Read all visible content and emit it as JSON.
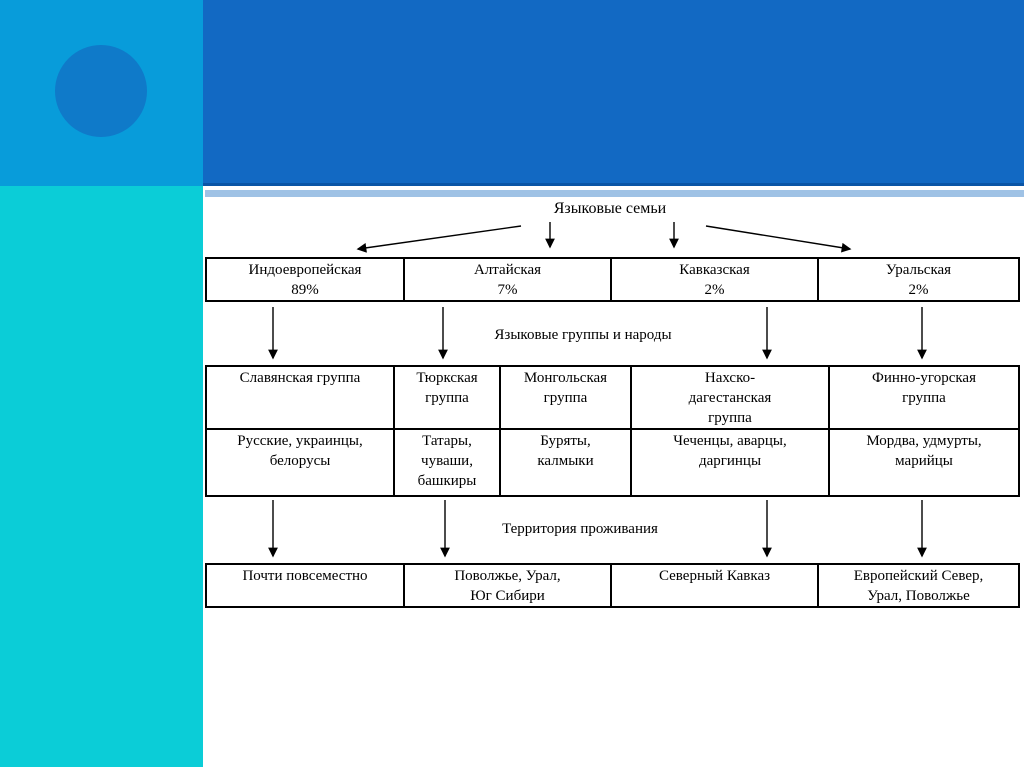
{
  "diagram": {
    "title": "Языковые семьи",
    "groups_label": "Языковые группы и народы",
    "territory_label": "Территория проживания",
    "families": [
      {
        "name": "Индоевропейская",
        "percent": "89%"
      },
      {
        "name": "Алтайская",
        "percent": "7%"
      },
      {
        "name": "Кавказская",
        "percent": "2%"
      },
      {
        "name": "Уральская",
        "percent": "2%"
      }
    ],
    "groups": [
      {
        "group": "Славянская группа",
        "peoples": "Русские, украинцы,\nбелорусы"
      },
      {
        "group": "Тюркская\nгруппа",
        "peoples": "Татары,\nчуваши,\nбашкиры"
      },
      {
        "group": "Монгольская\nгруппа",
        "peoples": "Буряты,\nкалмыки"
      },
      {
        "group": "Нахско-\nдагестанская\nгруппа",
        "peoples": "Чеченцы, аварцы,\nдаргинцы"
      },
      {
        "group": "Финно-угорская\nгруппа",
        "peoples": "Мордва, удмурты,\nмарийцы"
      }
    ],
    "territories": [
      "Почти повсеместно",
      "Поволжье, Урал,\nЮг Сибири",
      "Северный Кавказ",
      "Европейский Север,\nУрал, Поволжье"
    ],
    "colors": {
      "corner_square": "#089cda",
      "corner_circle": "#0f7ac9",
      "top_banner": "#1269c3",
      "banner_edge": "#0a55a6",
      "left_bar": "#0bcdd7",
      "accent_stripe": "#9fc2e5",
      "text": "#000000",
      "background": "#ffffff"
    }
  }
}
